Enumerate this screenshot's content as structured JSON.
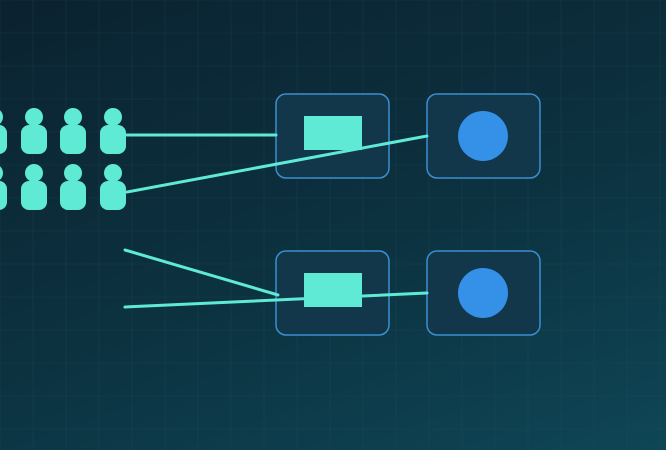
{
  "colors": {
    "background_top": "#0b2230",
    "background_bottom": "#0e4656",
    "grid_line": "#2a5566",
    "person": "#5eead4",
    "connector": "#5eead4",
    "module_fill": "#12364a",
    "module_border": "#3b8fd0",
    "slot": "#5eead4",
    "node_dot": "#3590e8"
  },
  "icons": {
    "person": "person-icon",
    "slot": "rectangle-slot-icon",
    "node": "circle-node-icon"
  },
  "diagram": {
    "crowd": {
      "rows": 2,
      "columns": 4
    },
    "rows": [
      {
        "id": "top",
        "modules": [
          "slot",
          "node"
        ],
        "incoming_lines": 2
      },
      {
        "id": "bottom",
        "modules": [
          "slot",
          "node"
        ],
        "incoming_lines": 2
      }
    ]
  }
}
